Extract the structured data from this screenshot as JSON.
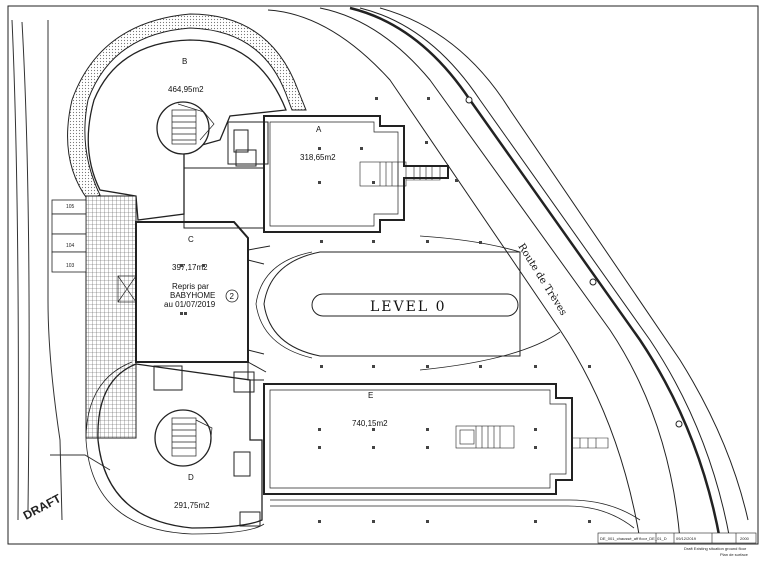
{
  "buildings": {
    "A": {
      "letter": "A",
      "area": "318,65m2"
    },
    "B": {
      "letter": "B",
      "area": "464,95m2"
    },
    "C": {
      "letter": "C",
      "area": "397,17m2",
      "note1": "Repris par",
      "note2": "BABYHOME",
      "note3": "au 01/07/2019",
      "marker": "2"
    },
    "D": {
      "letter": "D",
      "area": "291,75m2"
    },
    "E": {
      "letter": "E",
      "area": "740,15m2"
    }
  },
  "level_label": "LEVEL 0",
  "road_label": "Route de Trèves",
  "side_rooms": [
    "105",
    "104",
    "103"
  ],
  "watermark": "DRAFT",
  "title_block": {
    "line1": "Draft Existing situation ground floor",
    "line2": "Plan de surface",
    "code": "DE_001_chaussé_aff floor_DE_01_D",
    "date": "09/12/2019",
    "sheet": "2000"
  }
}
